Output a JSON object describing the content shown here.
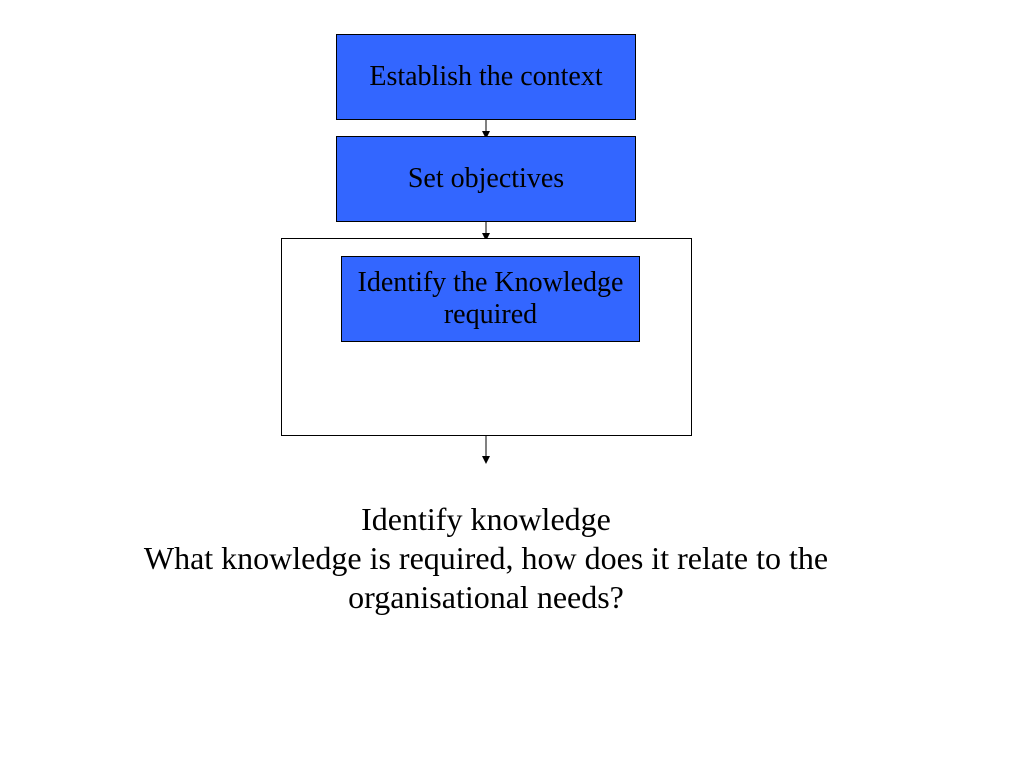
{
  "flow": {
    "steps": [
      {
        "label": "Establish the context"
      },
      {
        "label": "Set objectives"
      },
      {
        "label": "Identify the Knowledge required"
      }
    ]
  },
  "caption": {
    "heading": "Identify knowledge",
    "body": "What knowledge is required, how does it relate to the organisational needs?"
  },
  "colors": {
    "step_fill": "#3366ff",
    "outline": "#000000",
    "background": "#ffffff"
  }
}
